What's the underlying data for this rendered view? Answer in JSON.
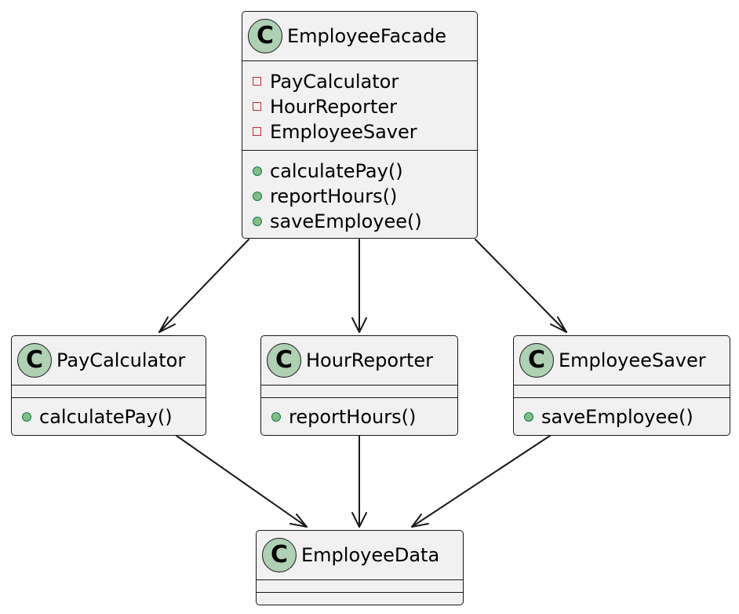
{
  "diagram": {
    "classes": [
      {
        "id": "employee-facade",
        "stereotype_letter": "C",
        "name": "EmployeeFacade",
        "fields": [
          {
            "visibility": "private",
            "name": "PayCalculator"
          },
          {
            "visibility": "private",
            "name": "HourReporter"
          },
          {
            "visibility": "private",
            "name": "EmployeeSaver"
          }
        ],
        "methods": [
          {
            "visibility": "public",
            "name": "calculatePay()"
          },
          {
            "visibility": "public",
            "name": "reportHours()"
          },
          {
            "visibility": "public",
            "name": "saveEmployee()"
          }
        ]
      },
      {
        "id": "pay-calculator",
        "stereotype_letter": "C",
        "name": "PayCalculator",
        "fields": [],
        "methods": [
          {
            "visibility": "public",
            "name": "calculatePay()"
          }
        ]
      },
      {
        "id": "hour-reporter",
        "stereotype_letter": "C",
        "name": "HourReporter",
        "fields": [],
        "methods": [
          {
            "visibility": "public",
            "name": "reportHours()"
          }
        ]
      },
      {
        "id": "employee-saver",
        "stereotype_letter": "C",
        "name": "EmployeeSaver",
        "fields": [],
        "methods": [
          {
            "visibility": "public",
            "name": "saveEmployee()"
          }
        ]
      },
      {
        "id": "employee-data",
        "stereotype_letter": "C",
        "name": "EmployeeData",
        "fields": [],
        "methods": []
      }
    ],
    "relations": [
      {
        "from": "employee-facade",
        "to": "pay-calculator",
        "type": "association"
      },
      {
        "from": "employee-facade",
        "to": "hour-reporter",
        "type": "association"
      },
      {
        "from": "employee-facade",
        "to": "employee-saver",
        "type": "association"
      },
      {
        "from": "pay-calculator",
        "to": "employee-data",
        "type": "association"
      },
      {
        "from": "hour-reporter",
        "to": "employee-data",
        "type": "association"
      },
      {
        "from": "employee-saver",
        "to": "employee-data",
        "type": "association"
      }
    ],
    "colors": {
      "box_fill": "#f1f1f1",
      "border": "#181818",
      "class_circle": "#add1b2",
      "private_marker": "#c82930",
      "public_marker_fill": "#84be84",
      "public_marker_stroke": "#038048",
      "edge": "#181818"
    }
  }
}
